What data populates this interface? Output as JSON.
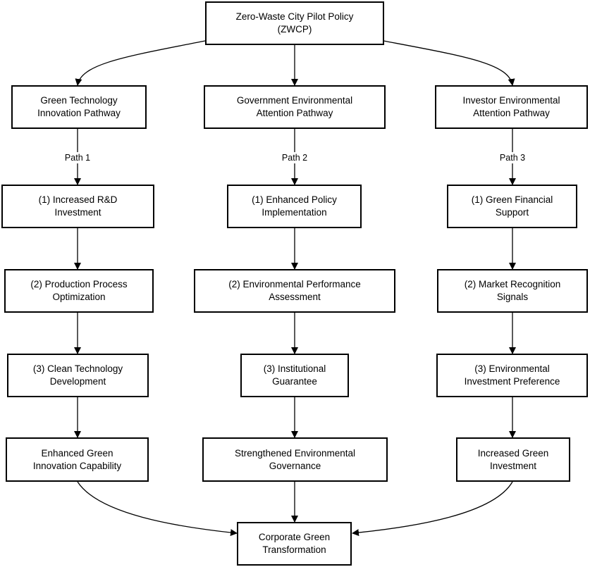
{
  "root": "Zero-Waste City Pilot Policy\n(ZWCP)",
  "pathways": [
    {
      "title": "Green Technology\nInnovation Pathway",
      "path_label": "Path 1",
      "steps": [
        "(1) Increased R&D\nInvestment",
        "(2) Production Process\nOptimization",
        "(3) Clean Technology\nDevelopment"
      ],
      "outcome": "Enhanced Green\nInnovation Capability"
    },
    {
      "title": "Government Environmental\nAttention Pathway",
      "path_label": "Path 2",
      "steps": [
        "(1) Enhanced Policy\nImplementation",
        "(2) Environmental Performance\nAssessment",
        "(3) Institutional\nGuarantee"
      ],
      "outcome": "Strengthened Environmental\nGovernance"
    },
    {
      "title": "Investor Environmental\nAttention Pathway",
      "path_label": "Path 3",
      "steps": [
        "(1) Green Financial\nSupport",
        "(2) Market Recognition\nSignals",
        "(3) Environmental\nInvestment Preference"
      ],
      "outcome": "Increased Green\nInvestment"
    }
  ],
  "final": "Corporate Green\nTransformation"
}
